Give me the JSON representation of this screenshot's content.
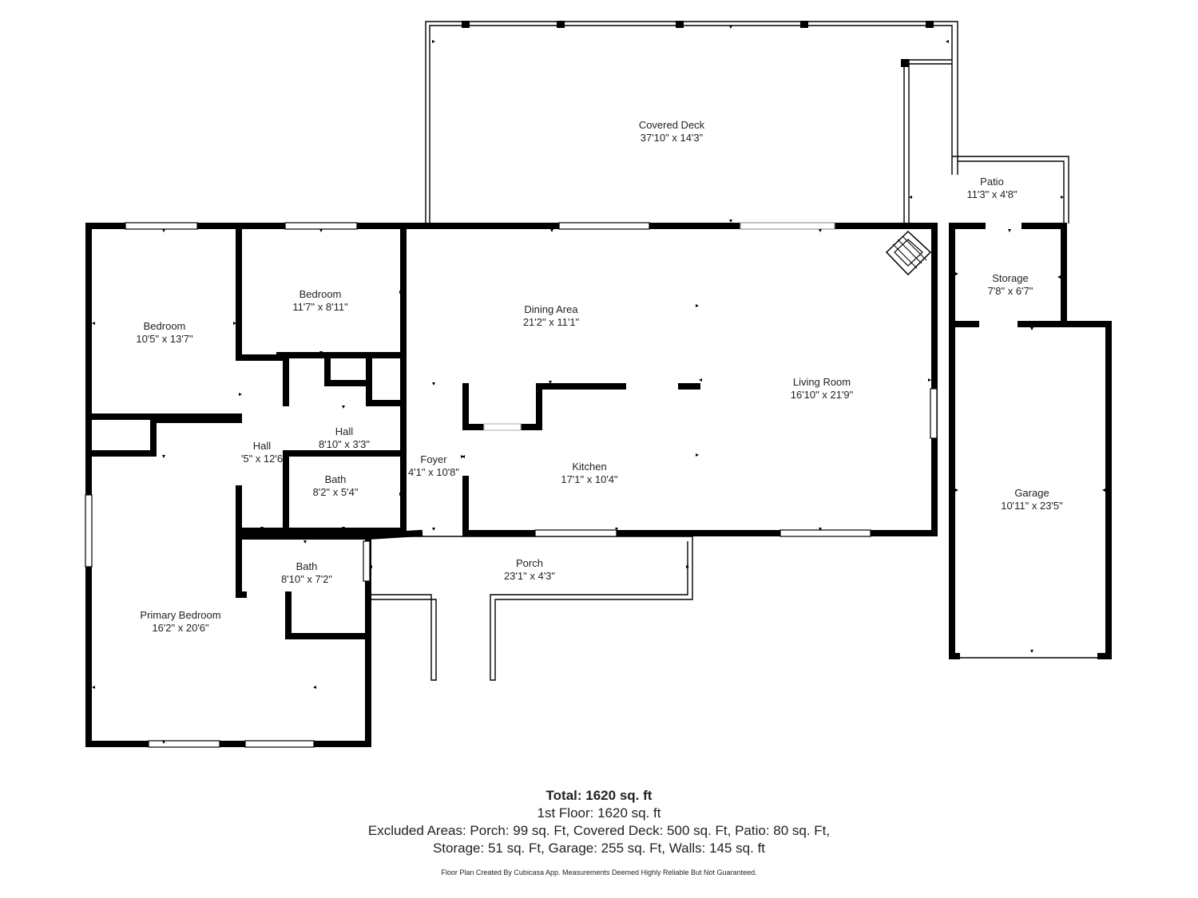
{
  "rooms": {
    "covered_deck": {
      "name": "Covered Deck",
      "dims": "37'10\" x 14'3\""
    },
    "patio": {
      "name": "Patio",
      "dims": "11'3\" x 4'8\""
    },
    "storage": {
      "name": "Storage",
      "dims": "7'8\" x 6'7\""
    },
    "bedroom_1": {
      "name": "Bedroom",
      "dims": "11'7\" x 8'11\""
    },
    "bedroom_2": {
      "name": "Bedroom",
      "dims": "10'5\" x 13'7\""
    },
    "dining_area": {
      "name": "Dining Area",
      "dims": "21'2\" x 11'1\""
    },
    "living_room": {
      "name": "Living Room",
      "dims": "16'10\" x 21'9\""
    },
    "hall_1": {
      "name": "Hall",
      "dims": "8'10\" x 3'3\""
    },
    "hall_2": {
      "name": "Hall",
      "dims": "'5\" x 12'6"
    },
    "foyer": {
      "name": "Foyer",
      "dims": "4'1\" x 10'8\""
    },
    "kitchen": {
      "name": "Kitchen",
      "dims": "17'1\" x 10'4\""
    },
    "bath_1": {
      "name": "Bath",
      "dims": "8'2\" x 5'4\""
    },
    "garage": {
      "name": "Garage",
      "dims": "10'11\" x 23'5\""
    },
    "porch": {
      "name": "Porch",
      "dims": "23'1\" x 4'3\""
    },
    "bath_2": {
      "name": "Bath",
      "dims": "8'10\" x 7'2\""
    },
    "primary_bedroom": {
      "name": "Primary Bedroom",
      "dims": "16'2\" x 20'6\""
    }
  },
  "summary": {
    "total": "Total: 1620 sq. ft",
    "floor": "1st Floor: 1620 sq. ft",
    "excluded_1": "Excluded Areas: Porch: 99 sq. Ft, Covered Deck: 500 sq. Ft, Patio: 80 sq. Ft,",
    "excluded_2": "Storage: 51 sq. Ft, Garage: 255 sq. Ft, Walls: 145 sq. ft",
    "credit": "Floor Plan Created By Cubicasa App. Measurements Deemed Highly Reliable But Not Guaranteed."
  }
}
